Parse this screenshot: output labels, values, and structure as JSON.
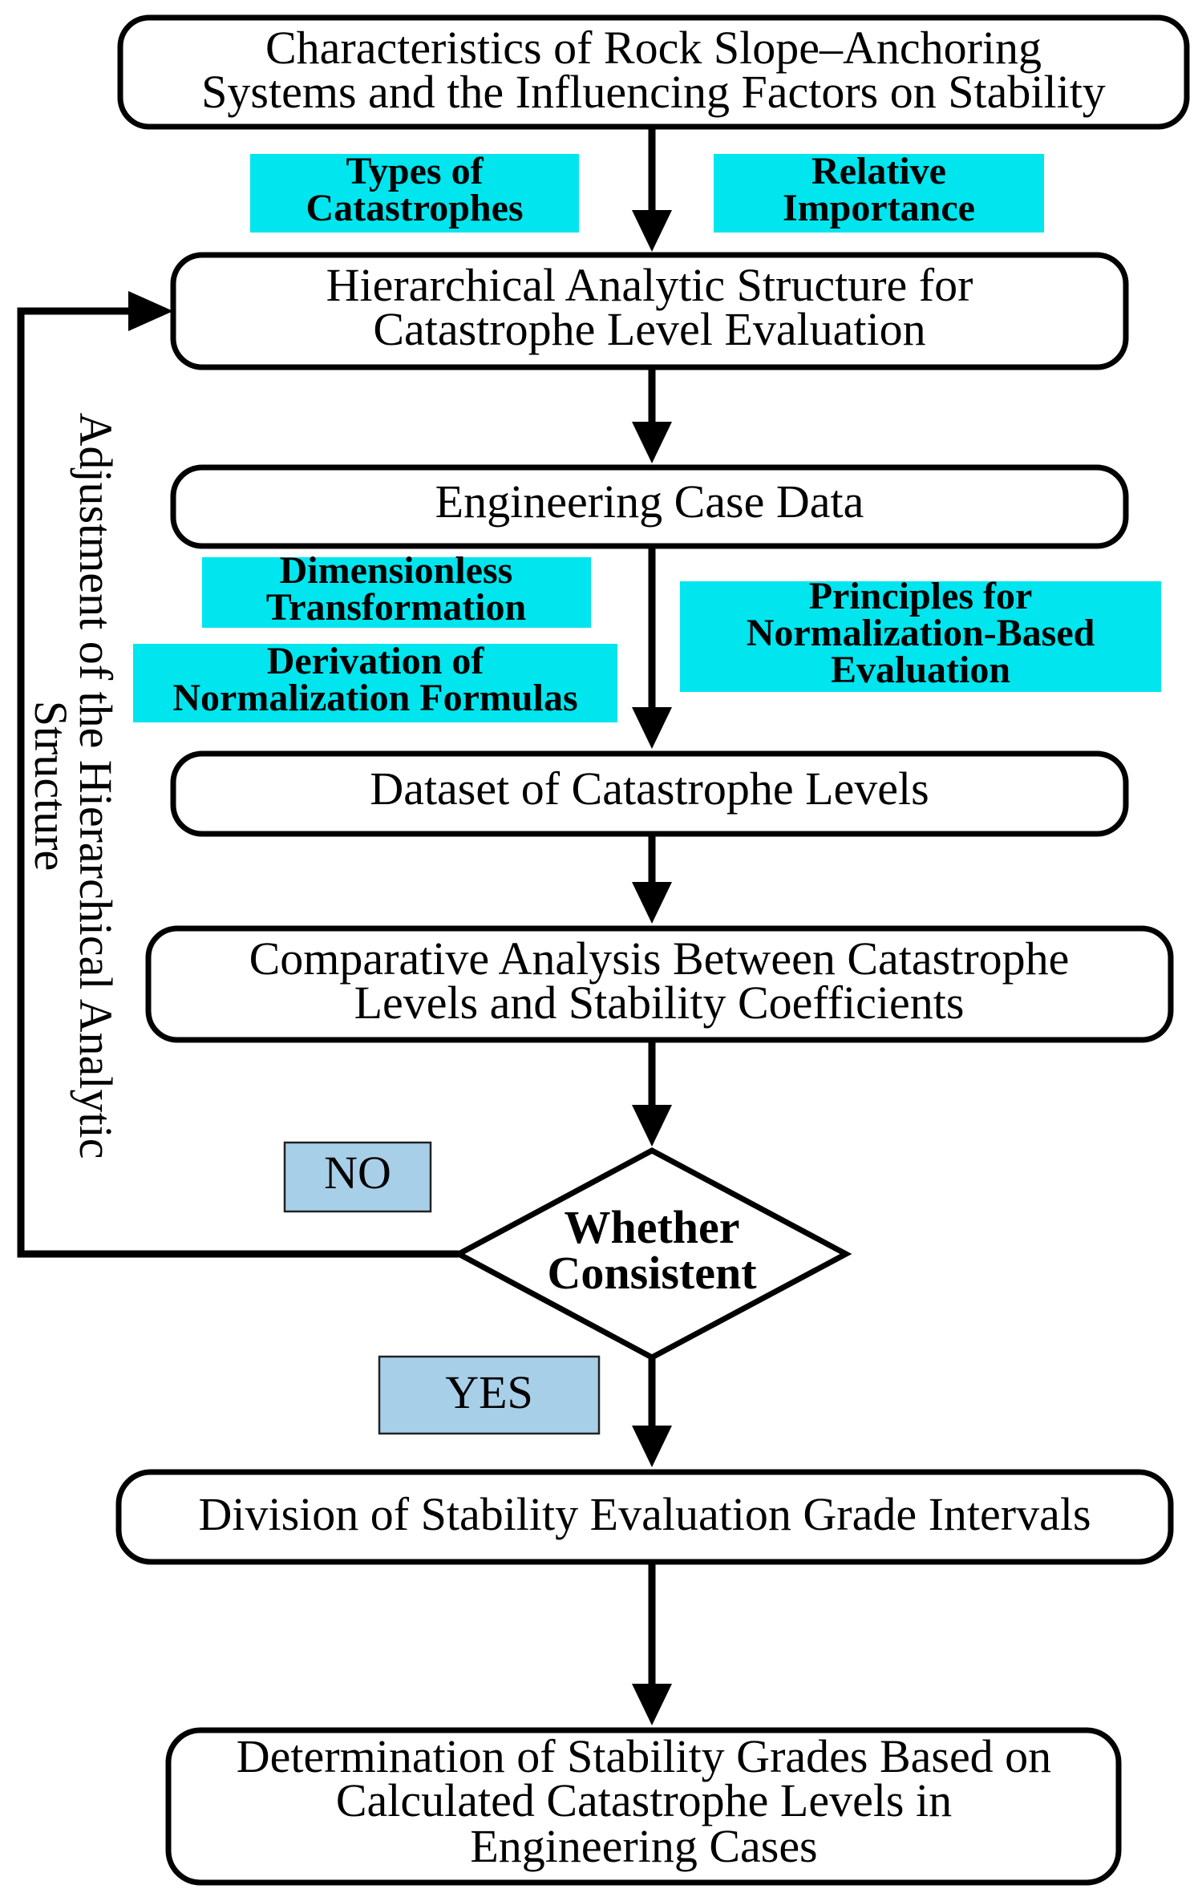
{
  "nodes": {
    "characteristics": [
      "Characteristics of Rock Slope–Anchoring",
      "Systems and the Influencing Factors on  Stability"
    ],
    "hierarchical": [
      "Hierarchical Analytic Structure for",
      "Catastrophe Level Evaluation"
    ],
    "engineering_case": "Engineering Case Data",
    "dataset": "Dataset of Catastrophe Levels",
    "comparative": [
      "Comparative Analysis Between Catastrophe",
      "Levels and Stability Coefficients"
    ],
    "decision": [
      "Whether",
      "Consistent"
    ],
    "division": "Division of Stability Evaluation Grade Intervals",
    "determination": [
      "Determination of Stability Grades Based on",
      "Calculated Catastrophe Levels in",
      "Engineering Cases"
    ]
  },
  "tags": {
    "types_of_catastrophes": [
      "Types of",
      "Catastrophes"
    ],
    "relative_importance": [
      "Relative",
      "Importance"
    ],
    "dimensionless_transformation": [
      "Dimensionless",
      "Transformation"
    ],
    "derivation_of_formulas": [
      "Derivation of",
      "Normalization Formulas"
    ],
    "principles": [
      "Principles for",
      "Normalization-Based",
      "Evaluation"
    ]
  },
  "branches": {
    "no": "NO",
    "yes": "YES"
  },
  "feedback_label": [
    "Adjustment of the Hierarchical Analytic",
    "Structure"
  ],
  "colors": {
    "tag": "#00e5ee",
    "answer": "#a8cfe8",
    "stroke": "#000000"
  }
}
